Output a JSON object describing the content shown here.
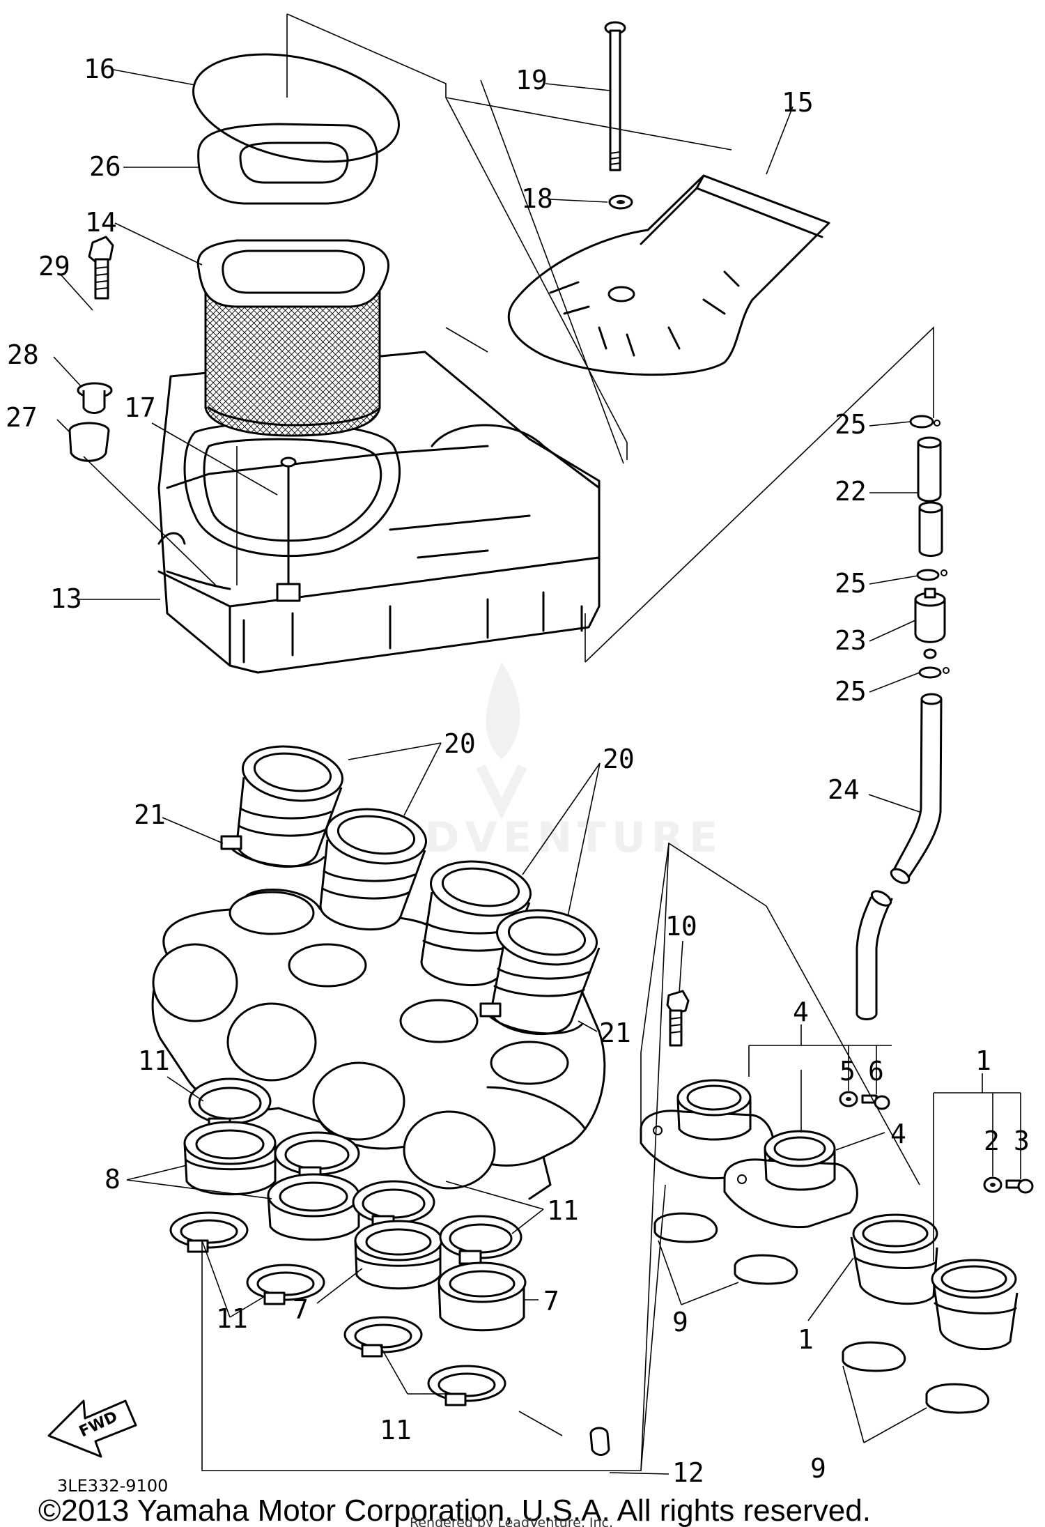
{
  "callouts": {
    "c1a": "1",
    "c1b": "1",
    "c2": "2",
    "c3": "3",
    "c4a": "4",
    "c4b": "4",
    "c5": "5",
    "c6": "6",
    "c7a": "7",
    "c7b": "7",
    "c8": "8",
    "c9a": "9",
    "c9b": "9",
    "c10": "10",
    "c11a": "11",
    "c11b": "11",
    "c11c": "11",
    "c11d": "11",
    "c12": "12",
    "c13": "13",
    "c14": "14",
    "c15": "15",
    "c16": "16",
    "c17": "17",
    "c18": "18",
    "c19": "19",
    "c20a": "20",
    "c20b": "20",
    "c21a": "21",
    "c21b": "21",
    "c22": "22",
    "c23": "23",
    "c25a": "25",
    "c25b": "25",
    "c25c": "25",
    "c24": "24",
    "c26": "26",
    "c27": "27",
    "c28": "28",
    "c29": "29"
  },
  "fwd_label": "FWD",
  "diagram_code": "3LE332-9100",
  "copyright": "©2013 Yamaha Motor Corporation, U.S.A. All rights reserved.",
  "rendered_by": "Rendered by LeadVenture, Inc.",
  "watermark": "LEADVENTURE"
}
